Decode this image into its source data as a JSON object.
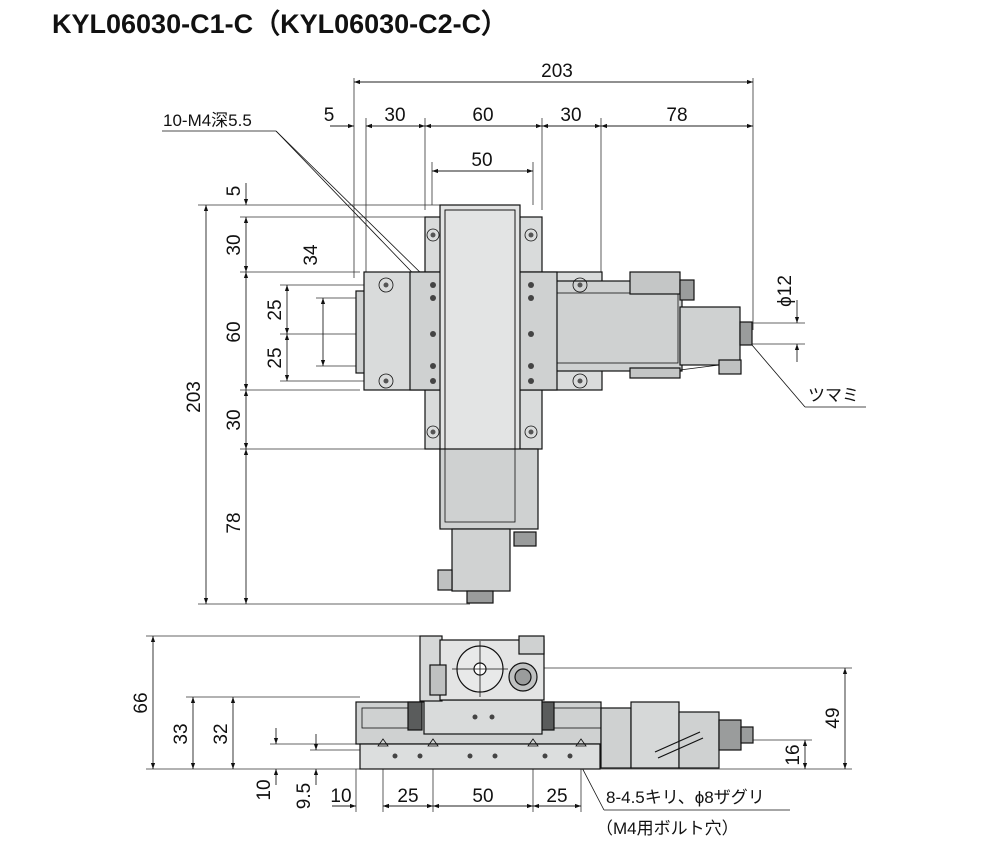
{
  "title": "KYL06030-C1-C（KYL06030-C2-C）",
  "colors": {
    "line": "#111111",
    "part_fill": "#d4d6d6",
    "part_light": "#e8e9e9",
    "part_dark": "#9a9c9c",
    "background": "#ffffff"
  },
  "labels": {
    "tapped_holes": "10-M4深5.5",
    "knob": "ツマミ",
    "mount_holes": "8-4.5キリ、ϕ8ザグリ",
    "bolt_note": "（M4用ボルト穴）"
  },
  "top_view": {
    "dim_top_overall": "203",
    "dim_top_5": "5",
    "dim_top_30a": "30",
    "dim_top_60": "60",
    "dim_top_30b": "30",
    "dim_top_78": "78",
    "dim_top_50": "50",
    "dim_left_5": "5",
    "dim_left_30a": "30",
    "dim_left_34": "34",
    "dim_left_25a": "25",
    "dim_left_60": "60",
    "dim_left_25b": "25",
    "dim_left_203": "203",
    "dim_left_30b": "30",
    "dim_left_78": "78",
    "dim_phi12": "ϕ12"
  },
  "side_view": {
    "dim_66": "66",
    "dim_33": "33",
    "dim_32": "32",
    "dim_10v": "10",
    "dim_95": "9.5",
    "dim_10h": "10",
    "dim_25a": "25",
    "dim_50": "50",
    "dim_25b": "25",
    "dim_49": "49",
    "dim_16": "16"
  }
}
